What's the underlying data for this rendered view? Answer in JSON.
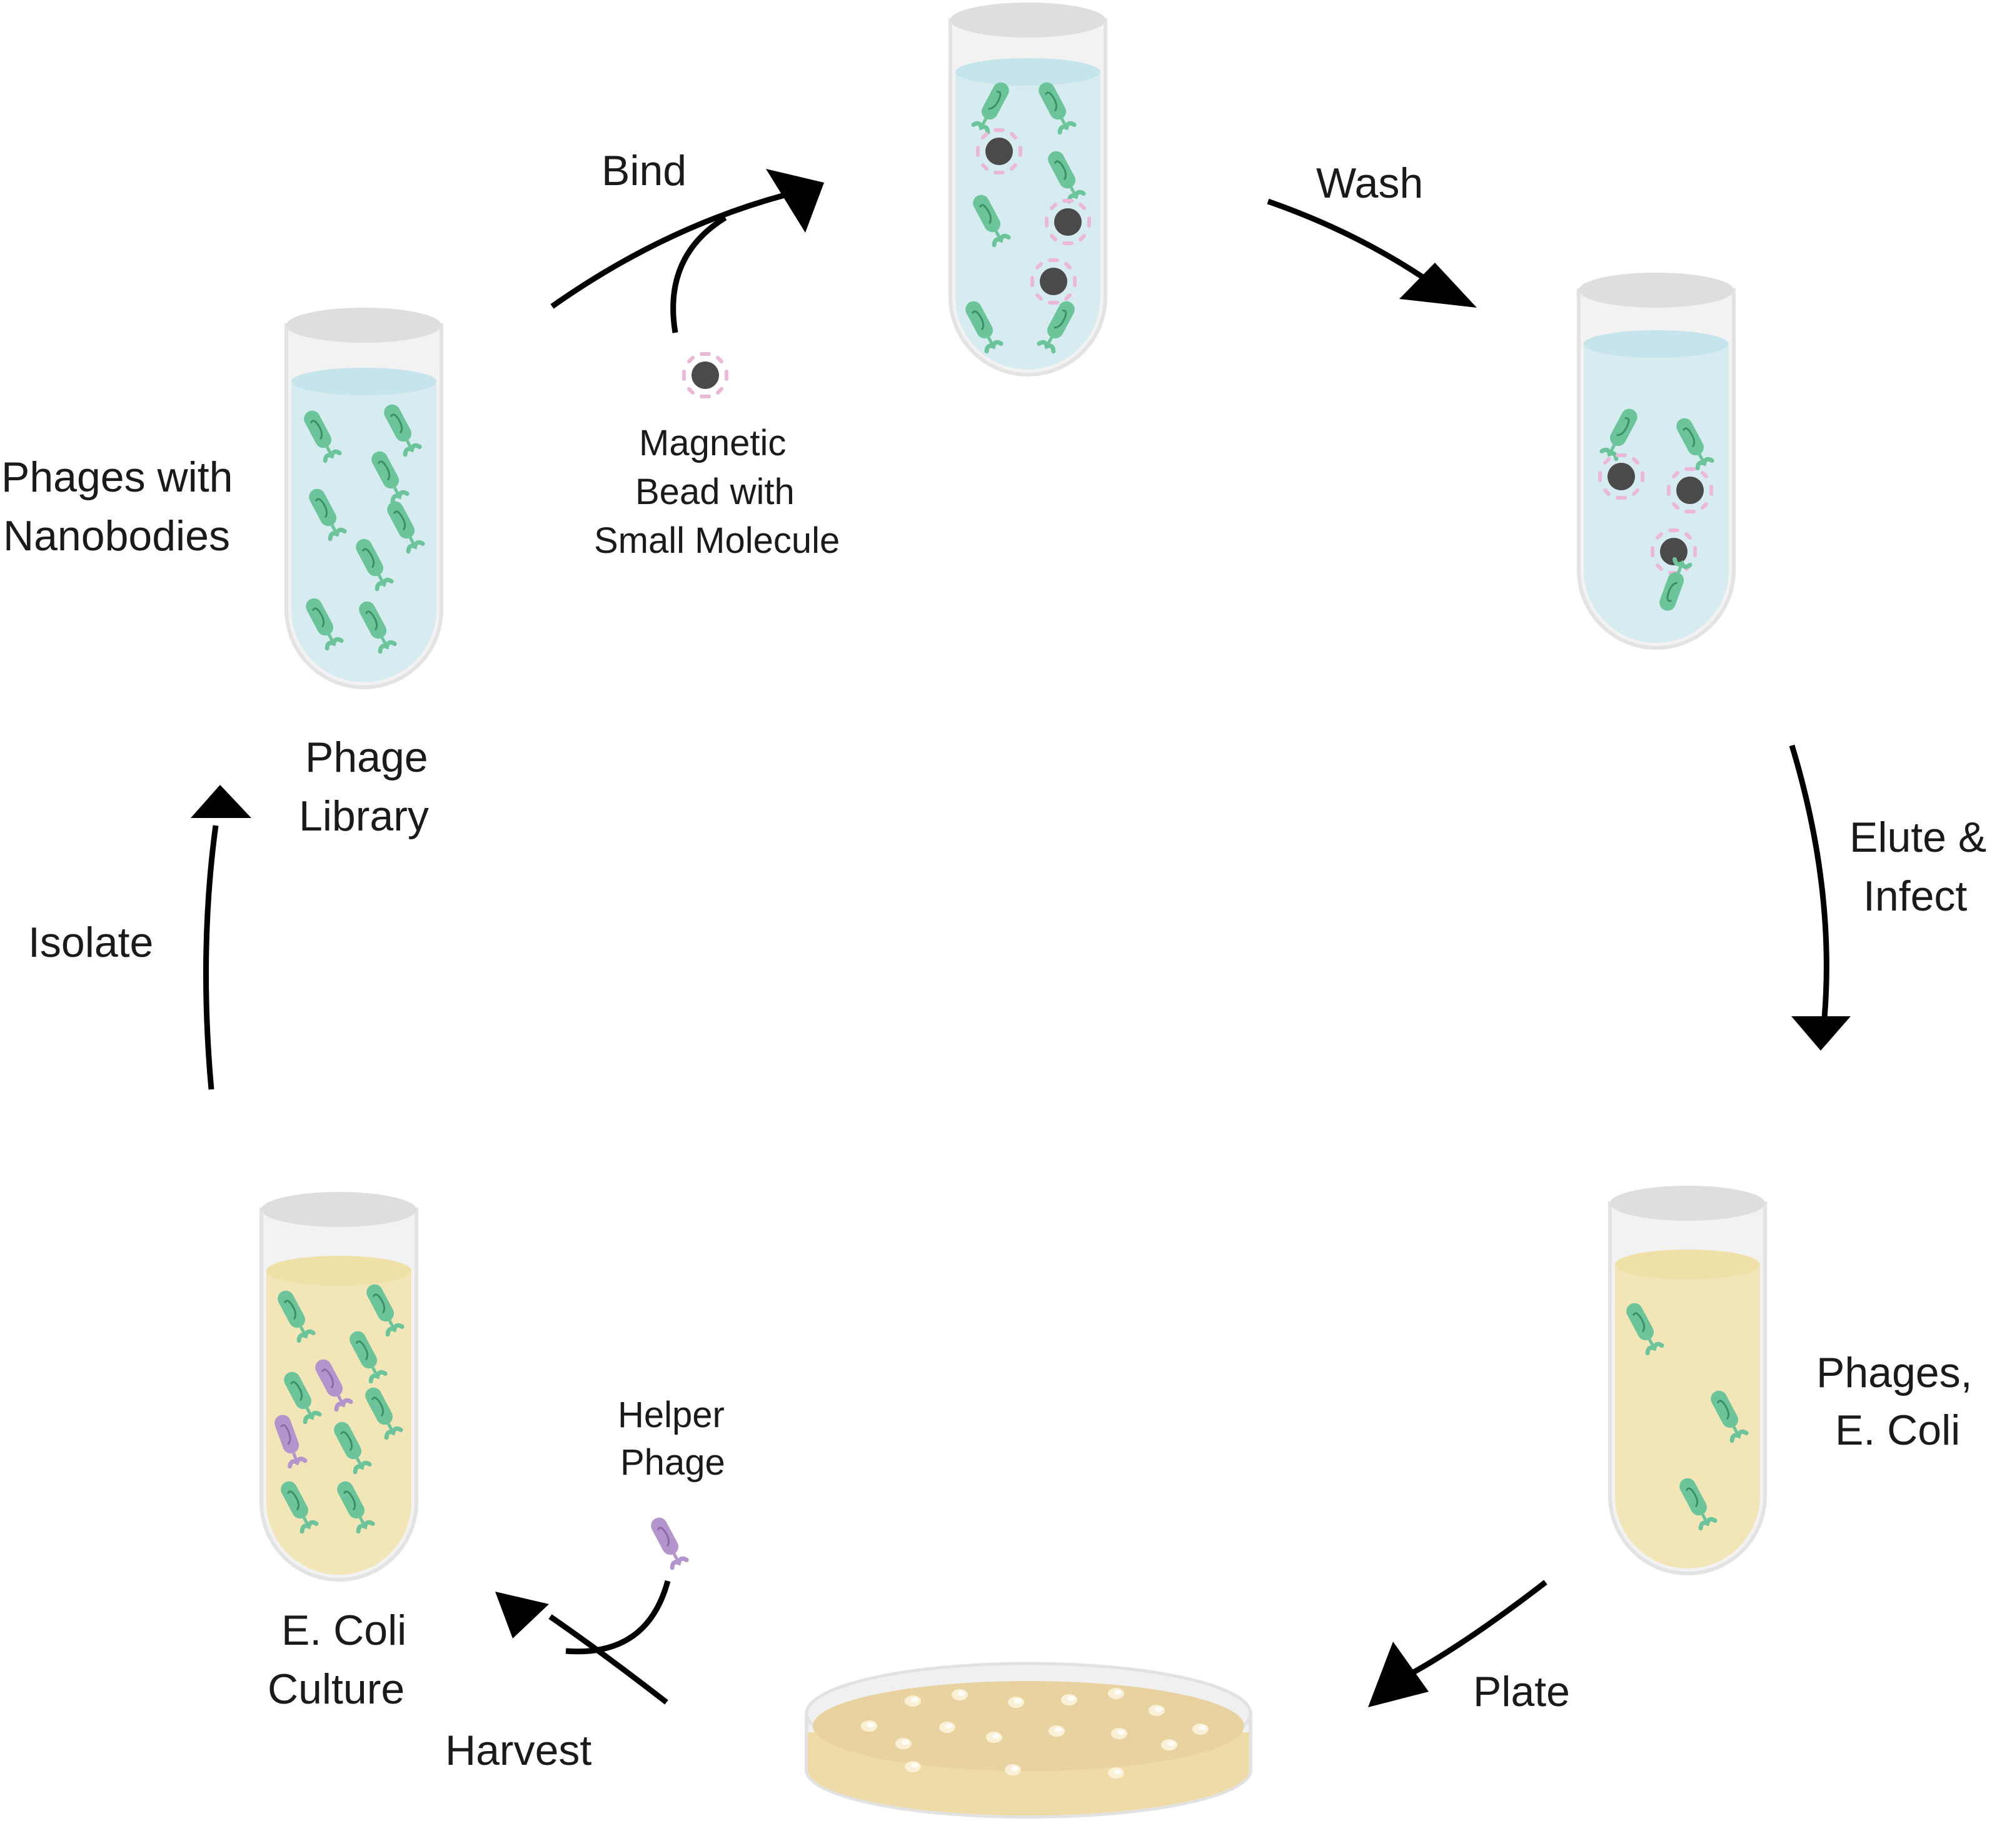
{
  "steps": {
    "bind": "Bind",
    "wash": "Wash",
    "elute_line1": "Elute &",
    "elute_line2": "Infect",
    "plate": "Plate",
    "harvest": "Harvest",
    "isolate": "Isolate"
  },
  "labels": {
    "phages_nanobodies_line1": "Phages with",
    "phages_nanobodies_line2": "Nanobodies",
    "phage_library_line1": "Phage",
    "phage_library_line2": "Library",
    "magnetic_bead_line1": "Magnetic",
    "magnetic_bead_line2": "Bead with",
    "magnetic_bead_line3": "Small Molecule",
    "phages_ecoli_line1": "Phages,",
    "phages_ecoli_line2": "E. Coli",
    "helper_phage_line1": "Helper",
    "helper_phage_line2": "Phage",
    "ecoli_culture_line1": "E. Coli",
    "ecoli_culture_line2": "Culture"
  },
  "colors": {
    "liquid_blue": "#d6ecf1",
    "liquid_yellow": "#f2e6b8",
    "phage_green": "#6cc59a",
    "helper_purple": "#b494cc",
    "bead_dark": "#4a4a4a",
    "small_molecule_pink": "#ecb8d8",
    "dish_agar": "#eedba8",
    "arrow_black": "#000000"
  }
}
